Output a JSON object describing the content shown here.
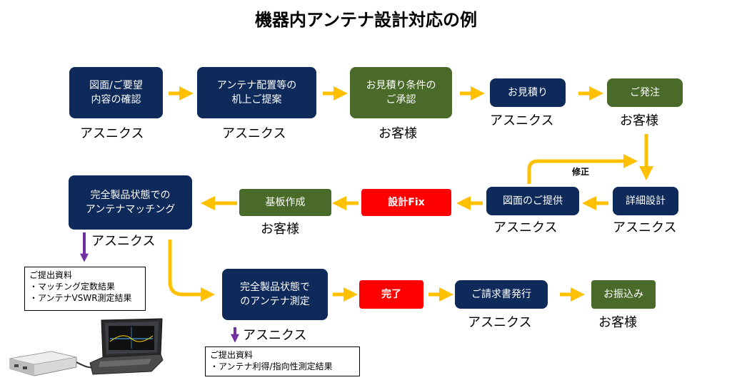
{
  "title": "機器内アンテナ設計対応の例",
  "steps": {
    "s1": {
      "label": "図面/ご要望\n内容の確認",
      "owner": "アスニクス"
    },
    "s2": {
      "label": "アンテナ配置等の\n机上ご提案",
      "owner": "アスニクス"
    },
    "s3": {
      "label": "お見積り条件の\nご承認",
      "owner": "お客様"
    },
    "s4": {
      "label": "お見積り",
      "owner": "アスニクス"
    },
    "s5": {
      "label": "ご発注",
      "owner": "お客様"
    },
    "s6": {
      "label": "詳細設計",
      "owner": "アスニクス"
    },
    "s7": {
      "label": "図面のご提供",
      "owner": "アスニクス"
    },
    "s8": {
      "label": "設計Fix"
    },
    "s9": {
      "label": "基板作成",
      "owner": "お客様"
    },
    "s10": {
      "label": "完全製品状態での\nアンテナマッチング",
      "owner": "アスニクス"
    },
    "s11": {
      "label": "完全製品状態で\nのアンテナ測定",
      "owner": "アスニクス"
    },
    "s12": {
      "label": "完了"
    },
    "s13": {
      "label": "ご請求書発行",
      "owner": "アスニクス"
    },
    "s14": {
      "label": "お振込み",
      "owner": "お客様"
    }
  },
  "revision_label": "修正",
  "notes": {
    "matching": "ご提出資料\n・マッチング定数結果\n・アンテナVSWR測定結果",
    "measurement": "ご提出資料\n・アンテナ利得/指向性測定結果"
  },
  "colors": {
    "navy": "#0e2a5a",
    "green": "#4a6a2a",
    "red": "#ff0000",
    "flow_arrow": "#ffc000",
    "doc_arrow": "#7030a0"
  },
  "image": {
    "icon": "network-analyzer-laptop-photo"
  }
}
